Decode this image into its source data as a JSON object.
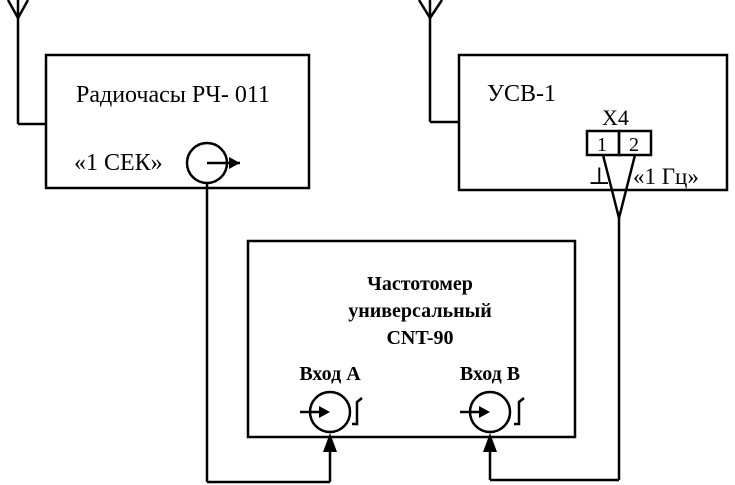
{
  "radio_clock": {
    "title": "Радиочасы РЧ- 011",
    "output_label": "«1 СЕК»"
  },
  "usv": {
    "title": "УСВ-1",
    "connector_name": "X4",
    "pin1": "1",
    "pin2": "2",
    "ground_symbol": "⊥",
    "output_label": "«1 Гц»"
  },
  "counter": {
    "title_line1": "Частотомер",
    "title_line2": "универсальный",
    "title_line3": "CNT-90",
    "input_a_label": "Вход А",
    "input_b_label": "Вход В"
  },
  "colors": {
    "stroke": "#000000",
    "background": "#ffffff"
  }
}
